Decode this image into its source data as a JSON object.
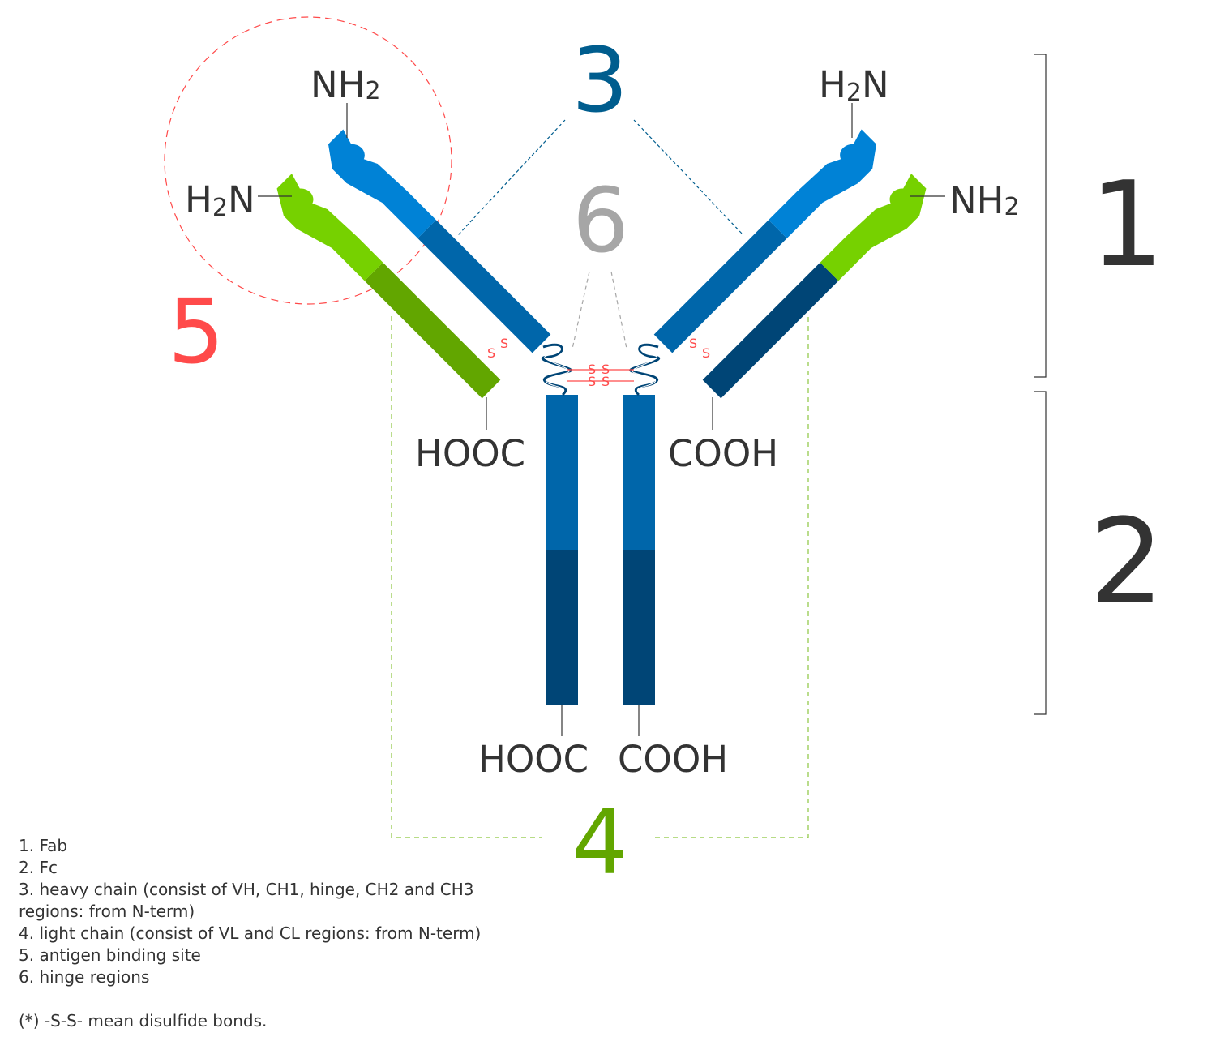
{
  "labels": {
    "top_left_inner": {
      "main": "NH",
      "sub": "2"
    },
    "top_left_outer": {
      "pre": "H",
      "sub": "2",
      "post": "N"
    },
    "top_right_inner": {
      "pre": "H",
      "sub": "2",
      "post": "N"
    },
    "top_right_outer": {
      "main": "NH",
      "sub": "2"
    },
    "mid_left": "HOOC",
    "mid_right": "COOH",
    "bottom_left": "HOOC",
    "bottom_right": "COOH",
    "disulfide": "S"
  },
  "numbers": {
    "n1": "1",
    "n2": "2",
    "n3": "3",
    "n4": "4",
    "n5": "5",
    "n6": "6"
  },
  "colors": {
    "heavy_variable": "#0082d6",
    "heavy_constant": "#0066aa",
    "heavy_fc_upper": "#0066aa",
    "heavy_fc_lower": "#004576",
    "light_variable": "#76d100",
    "light_constant": "#62a600",
    "light_constant_right": "#004576",
    "number_3": "#005d8e",
    "number_4": "#62a600",
    "number_5": "#ff4a4a",
    "number_6": "#a6a6a6",
    "text": "#333333"
  },
  "legend": {
    "items": [
      "1. Fab",
      "2. Fc",
      "3. heavy chain (consist of VH, CH1, hinge, CH2 and CH3 regions: from N-term)",
      "4. light chain (consist of VL and CL regions: from N-term)",
      "5. antigen binding site",
      "6. hinge regions"
    ],
    "note": "(*) -S-S- mean disulfide bonds."
  }
}
